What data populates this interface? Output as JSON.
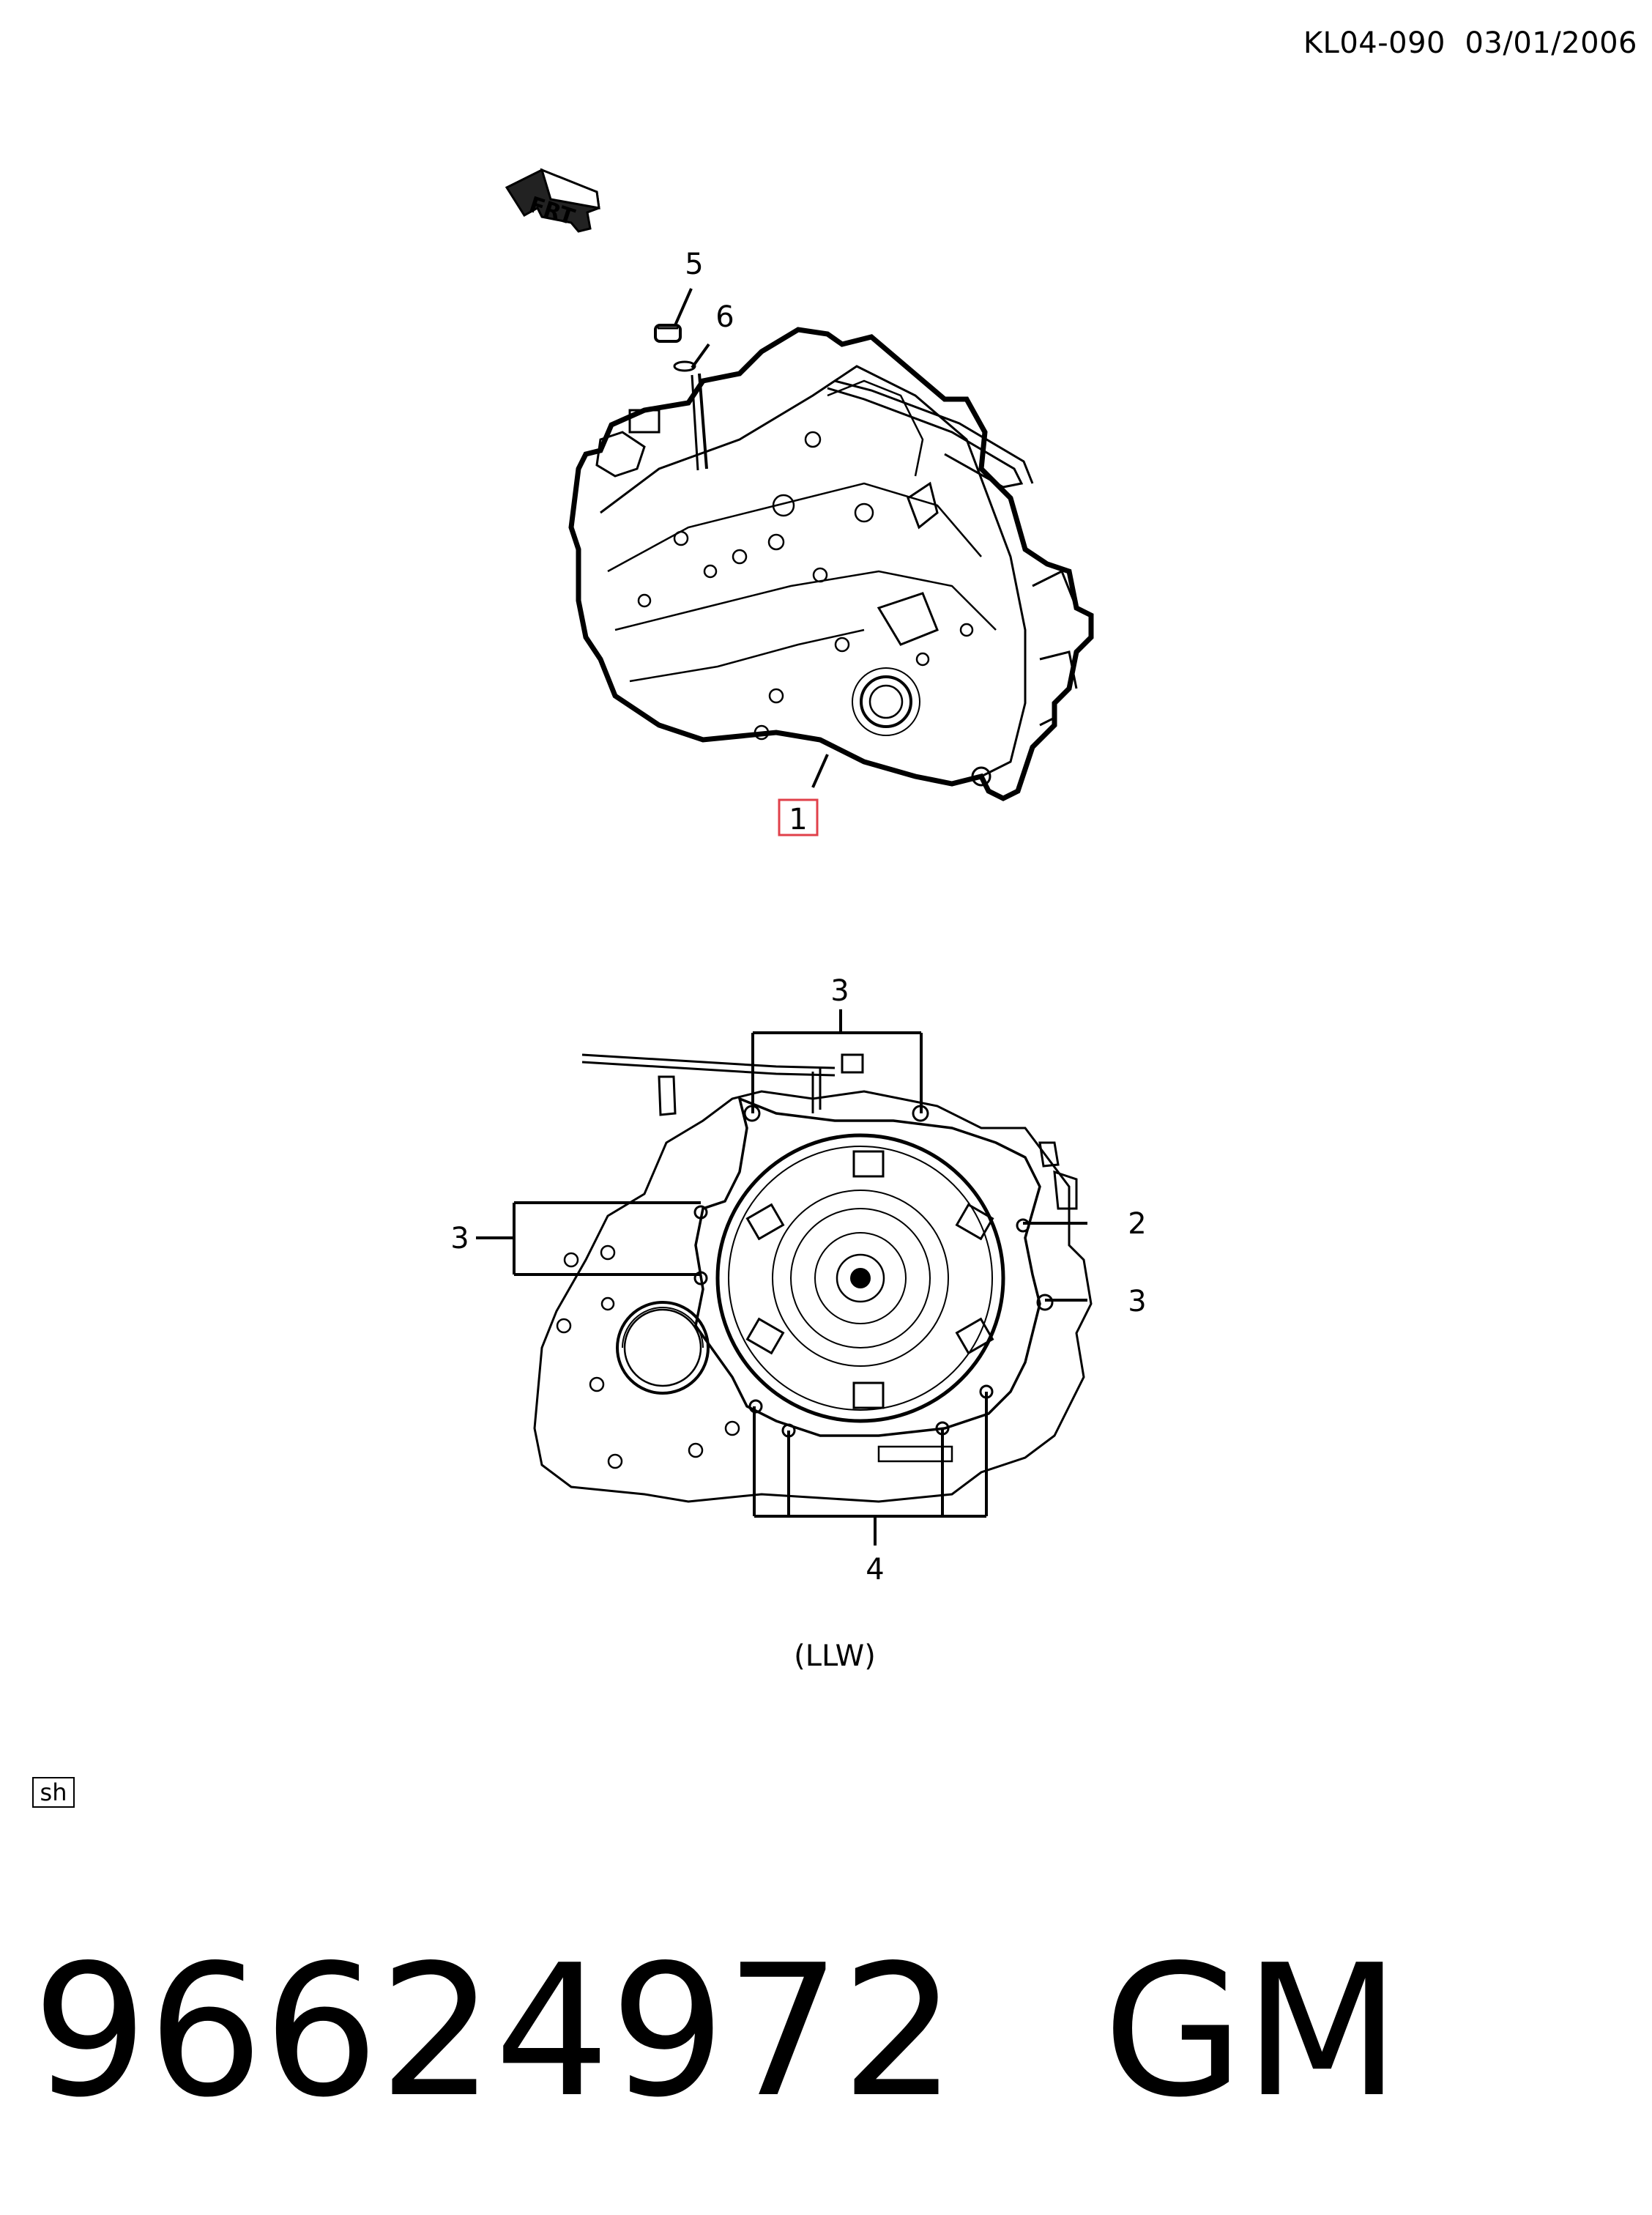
{
  "header": {
    "reference_code": "KL04-090",
    "date": "03/01/2006"
  },
  "direction_marker": {
    "label": "FRT",
    "icon": "front-arrow-icon"
  },
  "top_view": {
    "callouts": {
      "item_1": "1",
      "item_5": "5",
      "item_6": "6"
    },
    "highlight_color": "#e0404a"
  },
  "bottom_view": {
    "callouts": {
      "top_3": "3",
      "left_3": "3",
      "right_2": "2",
      "right_3": "3",
      "bottom_4": "4"
    },
    "caption": "(LLW)"
  },
  "tag": "sh",
  "footer": {
    "part_number": "96624972",
    "brand": "GM"
  }
}
